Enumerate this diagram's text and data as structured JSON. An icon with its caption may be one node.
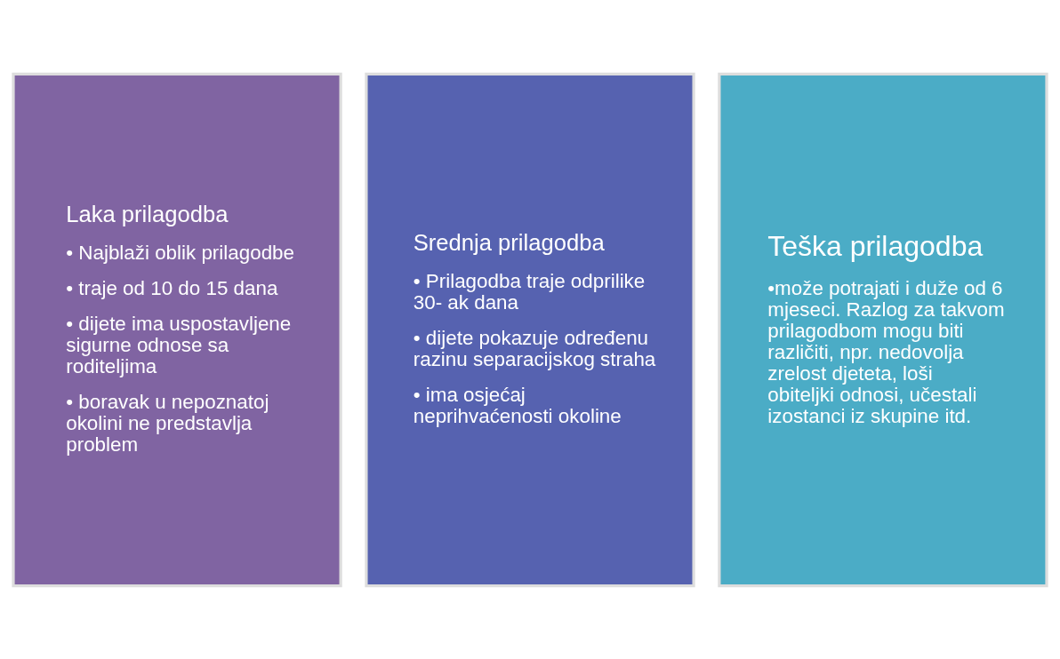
{
  "diagram": {
    "nodes": [
      {
        "text": [
          "Laka prilagodba",
          "• Najblaži oblik prilagodbe",
          "• traje od 10 do 15 dana",
          "• dijete ima uspostavljene sigurne odnose sa roditeljima",
          "• boravak u nepoznatoj okolini ne predstavlja problem"
        ]
      },
      {
        "text": [
          "Srednja prilagodba",
          "• Prilagodba traje odprilike 30- ak dana",
          "• dijete pokazuje određenu razinu separacijskog straha",
          "• ima osjećaj neprihvaćenosti okoline"
        ]
      },
      {
        "text": [
          "Teška prilagodba",
          "•može potrajati i duže od 6 mjeseci. Razlog za takvom prilagodbom mogu biti različiti, npr. nedovolja zrelost djeteta, loši obiteljki odnosi, učestali izostanci iz skupine itd."
        ]
      }
    ],
    "edges": []
  }
}
